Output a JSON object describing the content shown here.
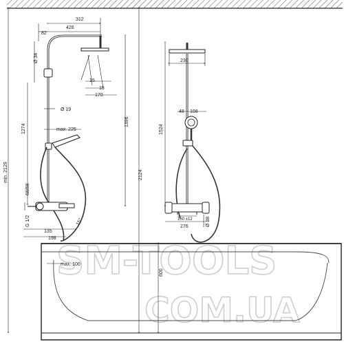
{
  "watermark": {
    "line1": "SM-TOOLS",
    "line2": "COM.UA",
    "color": "#bdbdbd"
  },
  "dimensions": {
    "d312": "312",
    "d426": "426",
    "d82": "82",
    "d34": "Ø 34",
    "d15a": "15",
    "d15b": "15",
    "d170": "170",
    "d19": "Ø 19",
    "d1274": "1274",
    "d1396": "1396",
    "dmax225": "max. 225",
    "dmin2129": "min. 2129",
    "d2124": "2124",
    "d1524": "1524",
    "d230": "230",
    "d48": "48",
    "d108": "108",
    "d68": "68/68",
    "d12": "G 1/2",
    "d135": "135",
    "d198": "198",
    "d15deg": "15°",
    "d150": "150 ±12",
    "d276": "276",
    "d38": "Ø 38",
    "dmax100": "max. 100",
    "d600": "600"
  }
}
